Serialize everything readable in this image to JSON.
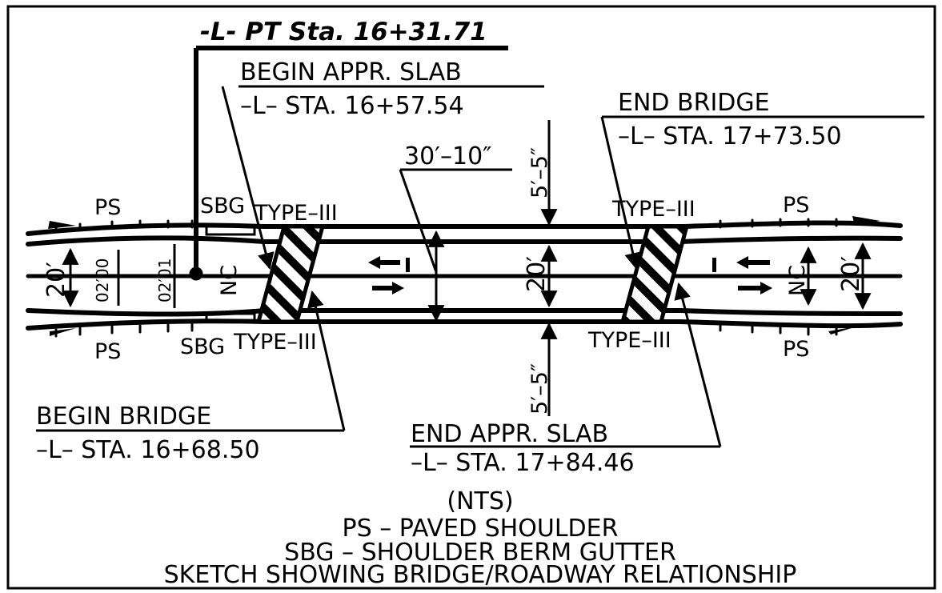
{
  "pt_station": "-L- PT Sta. 16+31.71",
  "begin_appr_slab": {
    "title": "BEGIN  APPR. SLAB",
    "station": "–L–  STA. 16+57.54"
  },
  "end_bridge": {
    "title": "END  BRIDGE",
    "station": "–L–  STA. 17+73.50"
  },
  "begin_bridge": {
    "title": "BEGIN  BRIDGE",
    "station": "–L–  STA. 16+68.50"
  },
  "end_appr_slab": {
    "title": "END  APPR. SLAB",
    "station": "–L–  STA. 17+84.46"
  },
  "dimensions": {
    "slab_length": "30′–10″",
    "offset_top": "5′–5″",
    "offset_bottom": "5′–5″",
    "width_left": "20′",
    "width_center": "20′",
    "width_right": "20′",
    "small_left_1": "02′00",
    "small_left_2": "02′01"
  },
  "labels": {
    "ps_top_left": "PS",
    "ps_top_right": "PS",
    "ps_bottom_left": "PS",
    "ps_bottom_right": "PS",
    "sbg_top": "SBG",
    "sbg_bottom": "SBG",
    "type_top_left": "TYPE–III",
    "type_top_right": "TYPE–III",
    "type_bottom_left": "TYPE–III",
    "type_bottom_right": "TYPE–III",
    "nc_left": "NC",
    "nc_right": "NC"
  },
  "notes": {
    "nts": "(NTS)",
    "ps_def": "PS  –  PAVED  SHOULDER",
    "sbg_def": "SBG  –  SHOULDER  BERM  GUTTER",
    "caption": "SKETCH  SHOWING  BRIDGE/ROADWAY  RELATIONSHIP"
  }
}
